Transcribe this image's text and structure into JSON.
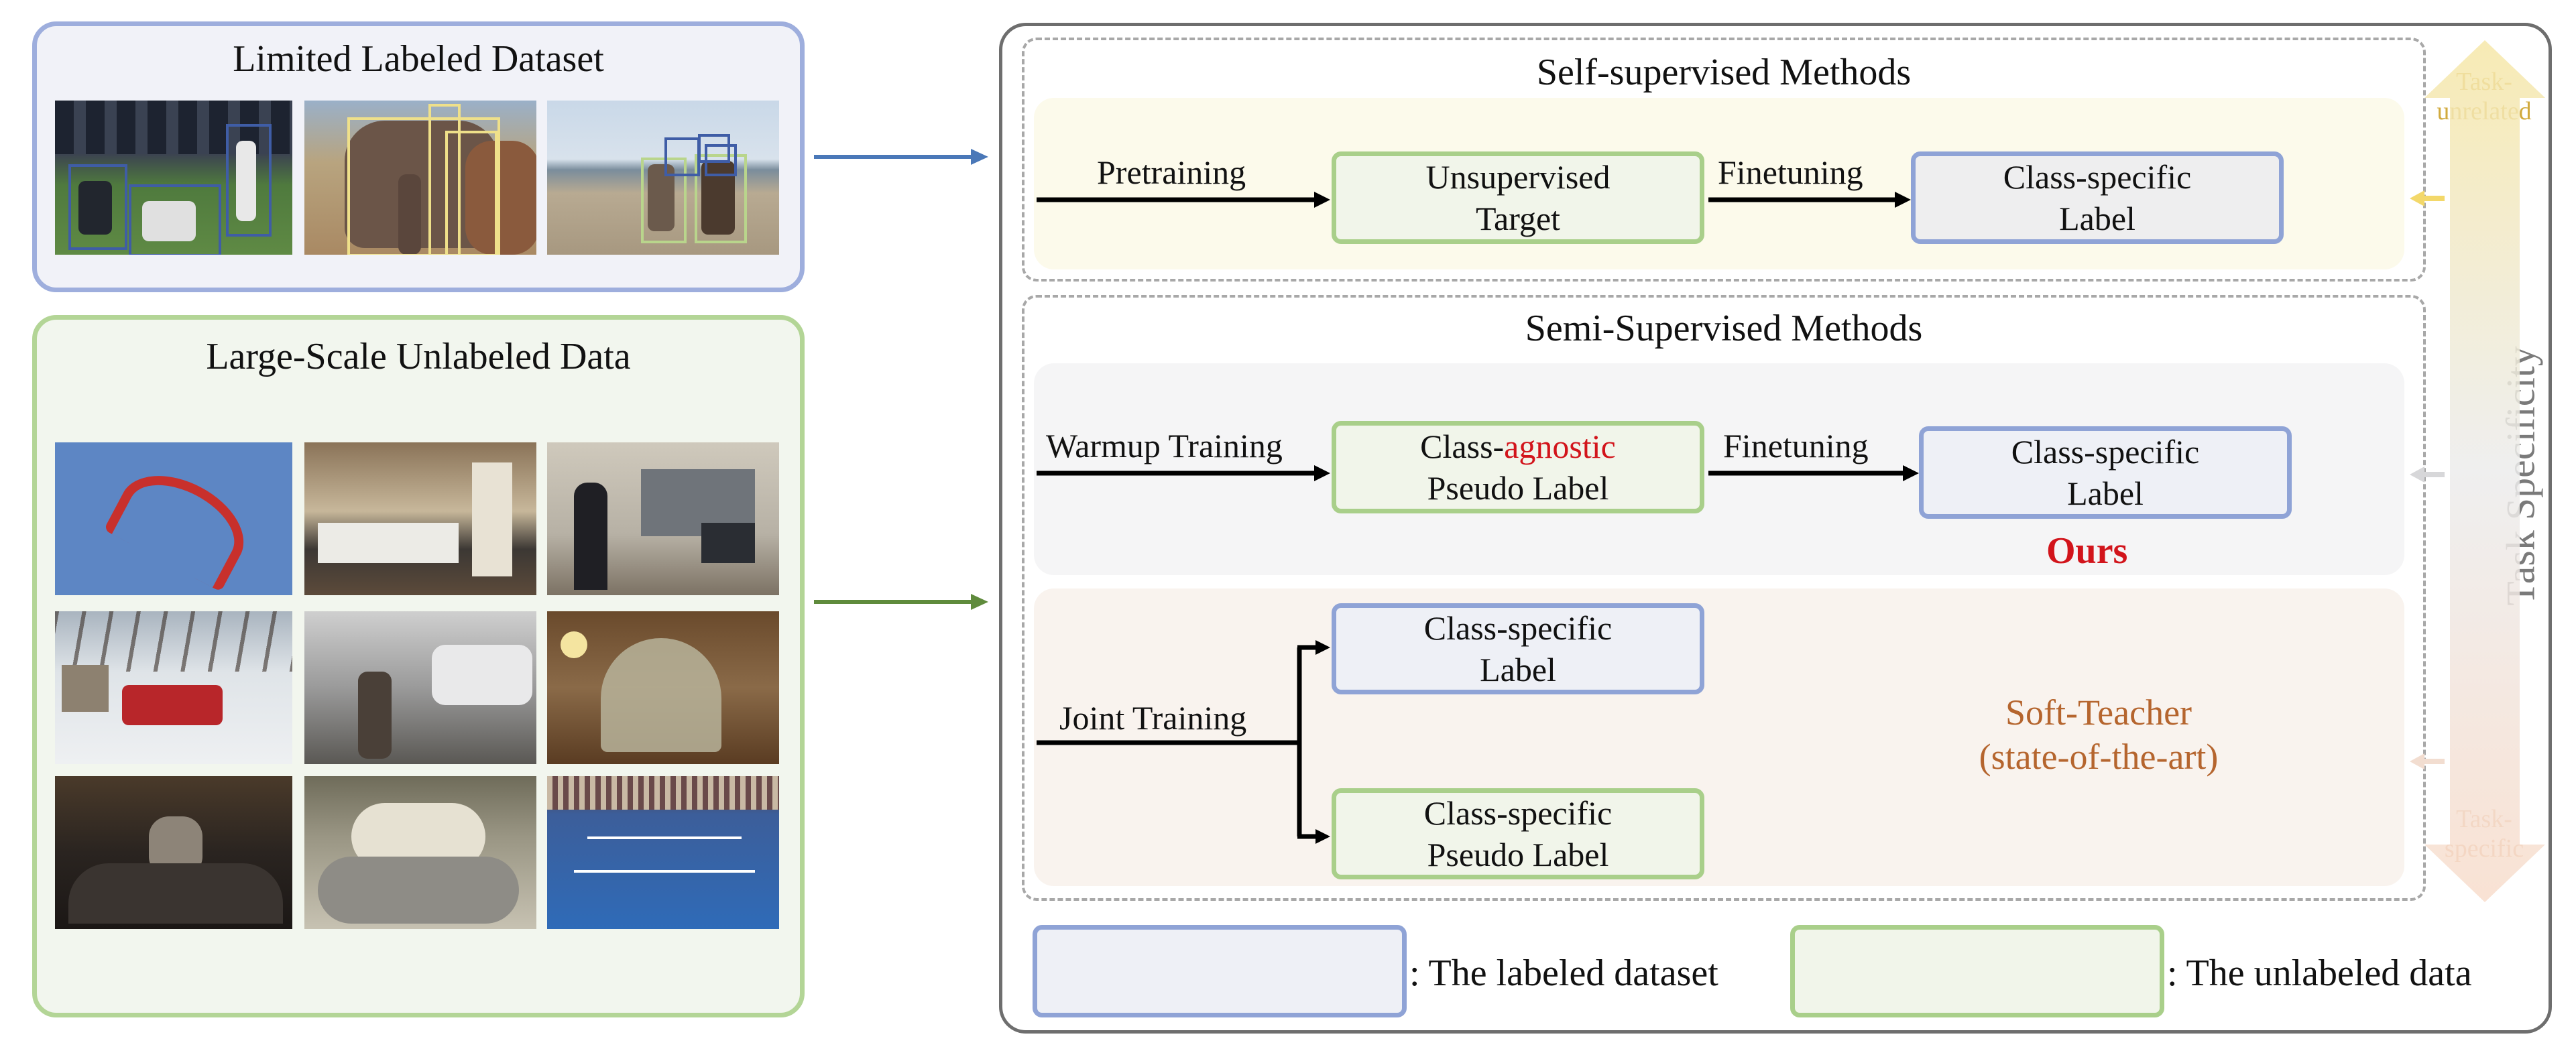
{
  "left": {
    "labeled_title": "Limited Labeled Dataset",
    "unlabeled_title": "Large-Scale Unlabeled Data"
  },
  "self_supervised": {
    "title": "Self-supervised Methods",
    "step1": "Pretraining",
    "box1_line1": "Unsupervised",
    "box1_line2": "Target",
    "step2": "Finetuning",
    "box2_line1": "Class-specific",
    "box2_line2": "Label"
  },
  "semi_supervised": {
    "title": "Semi-Supervised Methods",
    "step1": "Warmup Training",
    "box1_prefix": "Class-",
    "box1_highlight": "agnostic",
    "box1_line2": "Pseudo Label",
    "step2": "Finetuning",
    "box2_line1": "Class-specific",
    "box2_line2": "Label",
    "ours": "Ours",
    "joint": "Joint Training",
    "joint_box1_line1": "Class-specific",
    "joint_box1_line2": "Label",
    "joint_box2_line1": "Class-specific",
    "joint_box2_line2": "Pseudo Label",
    "soft_line1": "Soft-Teacher",
    "soft_line2": "(state-of-the-art)"
  },
  "axis": {
    "label": "Task Specificity",
    "top_line1": "Task-",
    "top_line2": "unrelated",
    "bottom_line1": "Task-",
    "bottom_line2": "specific"
  },
  "legend": {
    "labeled": ": The labeled dataset",
    "unlabeled": ": The unlabeled data"
  },
  "colors": {
    "blue_border": "#8fa3d6",
    "green_border": "#a9cf8a",
    "highlight_red": "#d2141b",
    "soft_teacher_orange": "#b5652e",
    "arrow_blue": "#4a78b8",
    "arrow_green": "#5f8b3c"
  }
}
